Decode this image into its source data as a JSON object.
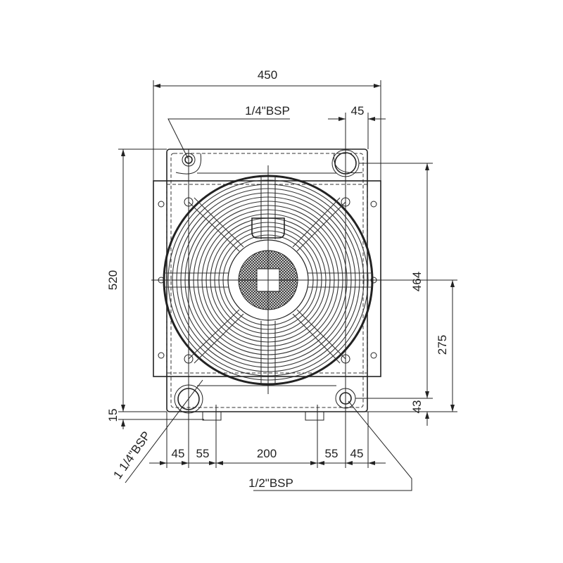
{
  "drawing": {
    "dimensions": {
      "overall_width": "450",
      "port_offset_top": "45",
      "overall_height": "520",
      "base_offset": "15",
      "port_center_distance": "464",
      "center_height": "275",
      "bottom_port_height": "43",
      "bottom_spacing": [
        "45",
        "55",
        "200",
        "55",
        "45"
      ]
    },
    "callouts": {
      "drain_port": "1/4\"BSP",
      "main_port": "1 1/4\"BSP",
      "vent_port": "1/2\"BSP"
    }
  }
}
